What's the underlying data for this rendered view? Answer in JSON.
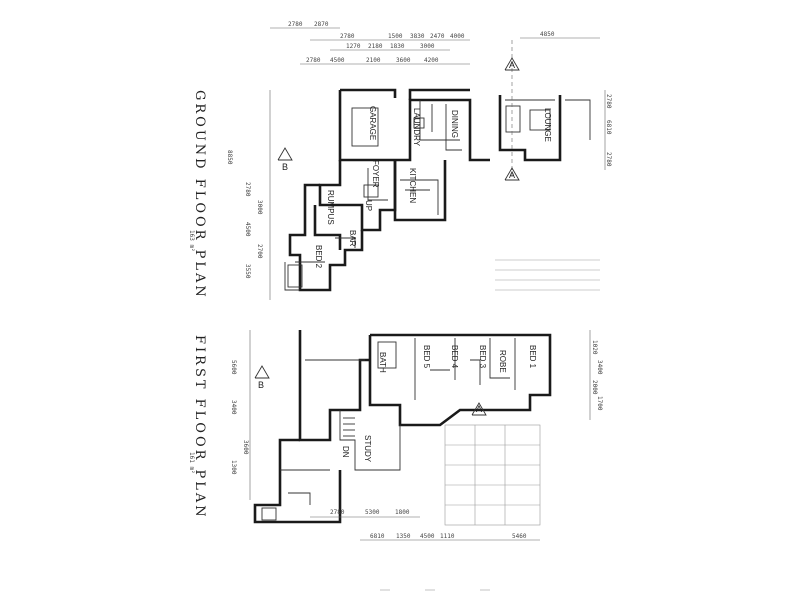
{
  "ground_floor": {
    "title": "GROUND FLOOR PLAN",
    "area": "163 m²",
    "rooms": {
      "garage": "GARAGE",
      "laundry": "LAUNDRY",
      "dining": "DINING",
      "foyer": "FOYER",
      "kitchen": "KITCHEN",
      "rumpus": "RUMPUS",
      "bar": "BAR",
      "bed2": "BED 2",
      "lounge": "LOUNGE",
      "up": "UP"
    }
  },
  "first_floor": {
    "title": "FIRST FLOOR PLAN",
    "area": "161 m²",
    "rooms": {
      "bath": "BATH",
      "bed5": "BED 5",
      "bed4": "BED 4",
      "bed3": "BED 3",
      "robe": "ROBE",
      "bed1": "BED 1",
      "study": "STUDY",
      "dn": "DN"
    }
  },
  "section_markers": {
    "a": "A",
    "b": "B"
  },
  "dimensions": {
    "top_row_1": [
      "2780",
      "2870"
    ],
    "top_row_2": [
      "2780",
      "1500",
      "3830",
      "2470",
      "4000"
    ],
    "top_row_3": [
      "1270",
      "2180",
      "1830",
      "3000"
    ],
    "top_row_4": [
      "2780",
      "4500",
      "2100",
      "3600",
      "4200"
    ],
    "gf_left": [
      "8850",
      "2780",
      "3000",
      "4500",
      "2700",
      "3550"
    ],
    "ff_bottom": [
      "2780",
      "5300",
      "1800"
    ],
    "ff_bottom_2": [
      "6810",
      "1350",
      "4500",
      "1110",
      "5460"
    ],
    "ff_left": [
      "5600",
      "3400",
      "3600",
      "1300"
    ],
    "lounge_right": [
      "2780",
      "6810",
      "2780"
    ],
    "bed1_right": [
      "1020",
      "3400",
      "2000",
      "1700"
    ],
    "top_right": [
      "4850"
    ]
  }
}
